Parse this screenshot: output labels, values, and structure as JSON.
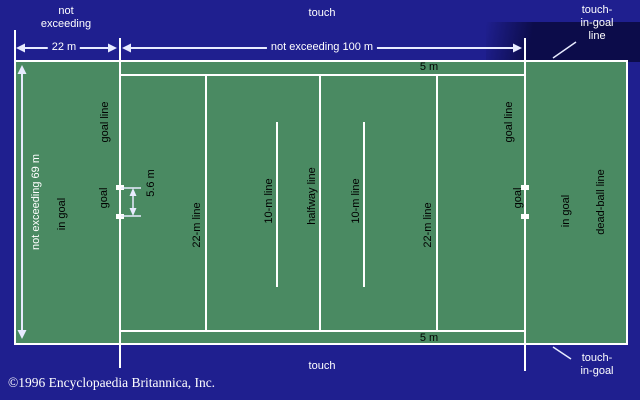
{
  "colors": {
    "background": "#1f1f8f",
    "corner_shadow": "#0c0c4a",
    "field_green": "#4a8a62",
    "line_white": "#ffffff",
    "measure_arrow": "#e8ebff",
    "field_label": "#000000",
    "measure_label": "#ffffff"
  },
  "measurements": {
    "width_caption": [
      "not",
      "exceeding"
    ],
    "width_value": "22 m",
    "length_value": "not exceeding 100 m",
    "height_value": "not exceeding 69 m",
    "goal_width": "5.6 m",
    "five_m_top": "5 m",
    "five_m_bottom": "5 m"
  },
  "boundaries": {
    "touch_top": "touch",
    "touch_bottom": "touch",
    "touch_in_goal_line": [
      "touch-",
      "in-goal",
      "line"
    ],
    "touch_in_goal": [
      "touch-",
      "in-goal"
    ]
  },
  "field_lines": {
    "goal_line_left": "goal line",
    "goal_left": "goal",
    "in_goal_left": "in goal",
    "twenty_two_m_left": "22-m line",
    "ten_m_left": "10-m line",
    "halfway": "halfway line",
    "ten_m_right": "10-m line",
    "twenty_two_m_right": "22-m line",
    "goal_line_right": "goal line",
    "goal_right": "goal",
    "in_goal_right": "in goal",
    "dead_ball_line": "dead-ball line"
  },
  "footer": {
    "copyright": "©1996 Encyclopaedia Britannica, Inc."
  }
}
